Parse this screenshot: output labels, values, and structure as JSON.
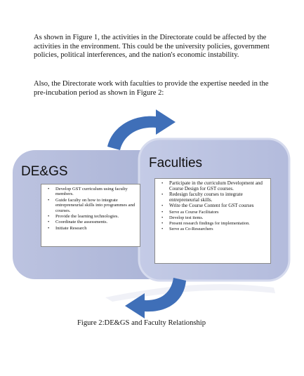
{
  "paragraph1": "As shown in Figure 1, the activities in the Directorate could be affected by the activities in the environment. This could be the university policies, government policies, political interferences, and the nation's economic instability.",
  "paragraph2": "Also, the Directorate work with faculties to provide the expertise needed in the pre-incubation period as shown in Figure 2:",
  "diagram": {
    "left_title": "DE&GS",
    "right_title": "Faculties",
    "left_items": [
      "Develop GST curriculum using faculty members.",
      "Guide faculty on how to integrate entrepreneurial skills into programmes and courses.",
      "Provide the learning technologies.",
      "Coordinate the assessments.",
      "Initiate Research"
    ],
    "right_items": [
      "Participate in the curriculum Development and Course Design for GST courses.",
      "Redesign faculty courses to integrate entrepreneurial skills.",
      "Write the Course Content for GST courses",
      "Serve as Course Facilitators",
      "Develop test items.",
      "Present research findings for implementation.",
      "Serve as Co-Researchers"
    ],
    "colors": {
      "shape_fill": "#b4bcdc",
      "shape_edge": "#c6cde6",
      "arrow": "#3f6fb8"
    }
  },
  "caption": "Figure 2:DE&GS and Faculty Relationship"
}
